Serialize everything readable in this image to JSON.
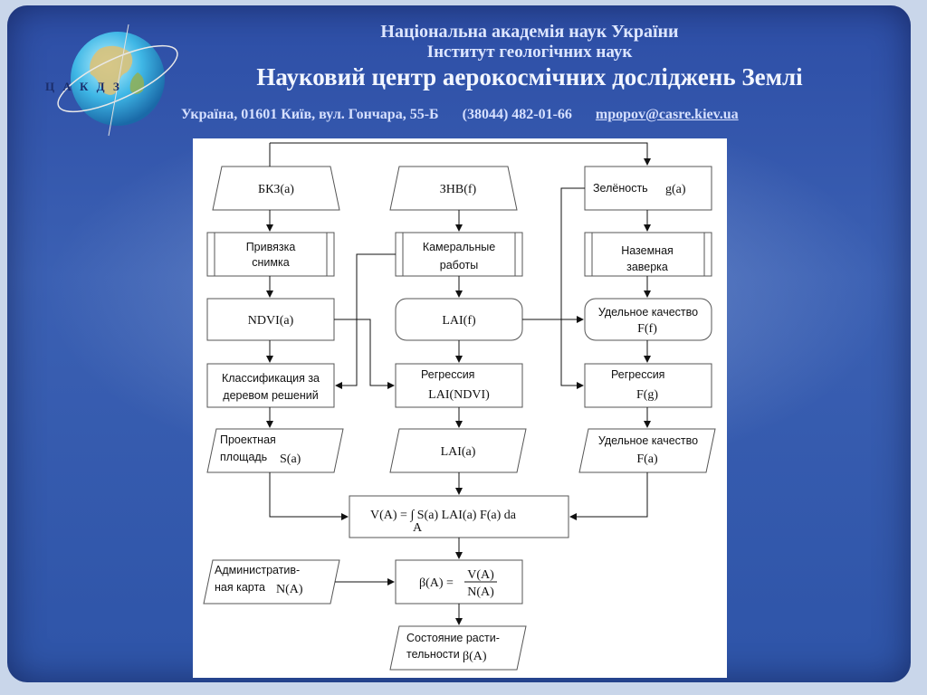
{
  "header": {
    "line1": "Національна академія наук України",
    "line2": "Інститут геологічних наук",
    "line3": "Науковий центр аерокосмічних досліджень Землі",
    "address": "Україна,  01601 Київ,  вул.  Гончара,  55-Б",
    "phone": "(38044) 482-01-66",
    "email": "mpopov@casre.kiev.ua"
  },
  "logo": {
    "letters": "Ц А К Д З",
    "icon": "globe-icon"
  },
  "flowchart": {
    "bkz": "БКЗ(a)",
    "znv": "ЗНВ(f)",
    "greenness_label": "Зелёность",
    "greenness_formula": "g(a)",
    "binding_1": "Привязка",
    "binding_2": "снимка",
    "camera_1": "Камеральные",
    "camera_2": "работы",
    "ground_1": "Наземная",
    "ground_2": "заверка",
    "ndvi": "NDVI(a)",
    "lai_f": "LAI(f)",
    "quality_f_label": "Удельное качество",
    "quality_f_formula": "F(f)",
    "class_1": "Классификация за",
    "class_2": "деревом решений",
    "reg_lai_label": "Регрессия",
    "reg_lai_formula": "LAI(NDVI)",
    "reg_g_label": "Регрессия",
    "reg_g_formula": "F(g)",
    "area_1": "Проектная",
    "area_2": "площадь",
    "area_formula": "S(a)",
    "lai_a": "LAI(a)",
    "quality_a_label": "Удельное качество",
    "quality_a_formula": "F(a)",
    "volume_formula": "V(A) = ∫ S(a) LAI(a) F(a) da",
    "volume_subscript": "A",
    "admin_1": "Административ-",
    "admin_2": "ная карта",
    "admin_formula": "N(A)",
    "beta_lhs": "β(A) =",
    "beta_num": "V(A)",
    "beta_den": "N(A)",
    "state_1": "Состояние расти-",
    "state_2": "тельности",
    "state_formula": "β(A)"
  }
}
